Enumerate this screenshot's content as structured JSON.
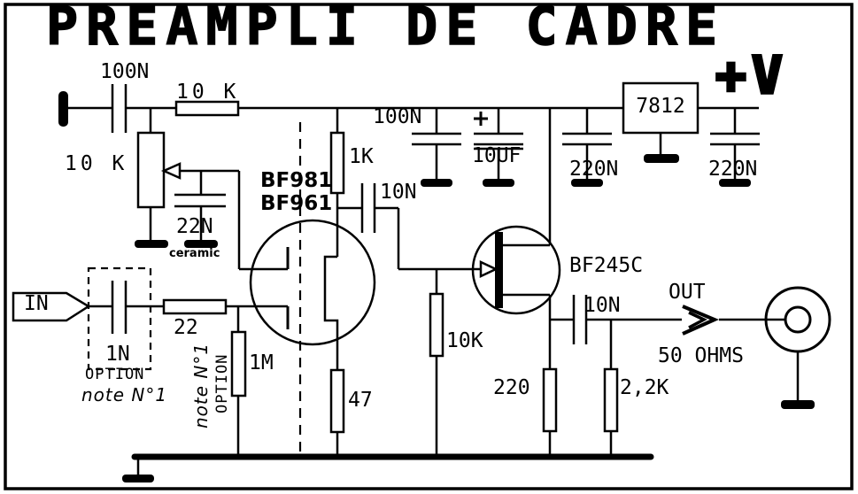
{
  "title": "PREAMPLI DE CADRE",
  "power_supply": {
    "rail_label": "+V",
    "regulator": "7812",
    "filter_cap": "100N",
    "electrolytic_polarity": "+",
    "electrolytic_cap": "10UF",
    "decoupling_cap_left": "220N",
    "decoupling_cap_right": "220N"
  },
  "frame_input": {
    "coupling_cap": "100N",
    "top_resistor": "10 K",
    "potentiometer": "10 K",
    "agc_cap": "22N",
    "agc_cap_type": "ceramic"
  },
  "antenna_input": {
    "connector_label": "IN",
    "optional_cap": "1N",
    "optional_tag": "OPTION",
    "optional_note": "note N°1",
    "series_resistor": "22",
    "bias_resistor": "1M",
    "bias_tag": "OPTION",
    "bias_note": "note N°1"
  },
  "mosfet_stage": {
    "transistor_option_1": "BF981",
    "transistor_option_2": "BF961",
    "drain_resistor": "1K",
    "source_resistor": "47",
    "interstage_cap": "10N",
    "gate_resistor": "10K"
  },
  "jfet_stage": {
    "transistor": "BF245C",
    "source_resistor": "220",
    "output_cap": "10N",
    "output_resistor": "2,2K"
  },
  "output": {
    "label": "OUT",
    "impedance": "50 OHMS"
  }
}
